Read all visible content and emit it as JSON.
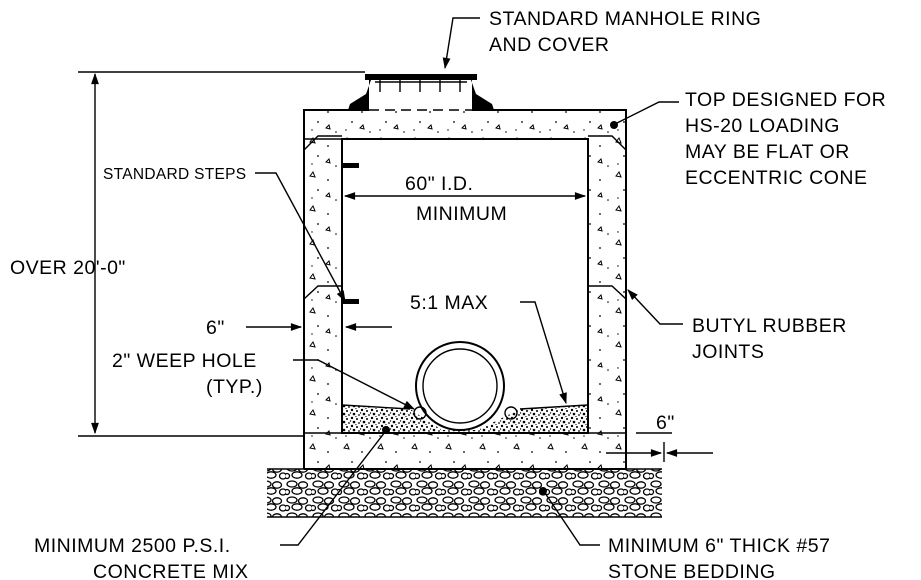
{
  "labels": {
    "ring_cover_1": "STANDARD MANHOLE RING",
    "ring_cover_2": "AND COVER",
    "top_1": "TOP DESIGNED FOR",
    "top_2": "HS-20 LOADING",
    "top_3": "MAY BE FLAT OR",
    "top_4": "ECCENTRIC CONE",
    "steps": "STANDARD STEPS",
    "id_1": "60\" I.D.",
    "id_2": "MINIMUM",
    "depth": "OVER 20'-0\"",
    "wall_thk": "6\"",
    "slope": "5:1  MAX",
    "joints_1": "BUTYL RUBBER",
    "joints_2": "JOINTS",
    "weep_1": "2\"  WEEP HOLE",
    "weep_2": "(TYP.)",
    "base_thk": "6\"",
    "concrete_1": "MINIMUM 2500 P.S.I.",
    "concrete_2": "CONCRETE MIX",
    "bedding_1": "MINIMUM 6\" THICK #57",
    "bedding_2": "STONE BEDDING"
  },
  "colors": {
    "line": "#000000",
    "background": "#ffffff"
  }
}
